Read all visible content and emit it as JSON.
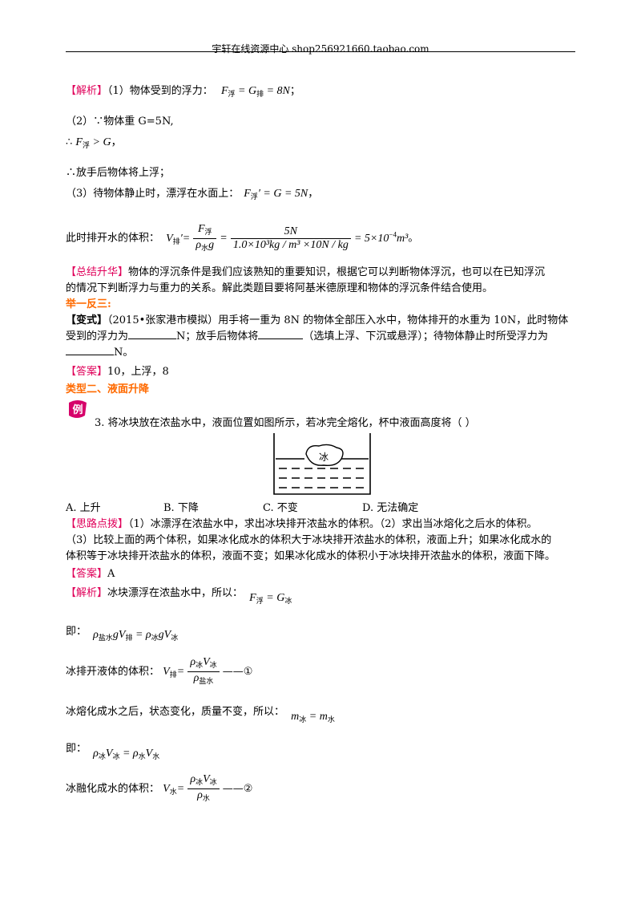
{
  "header": "宇轩在线资源中心   shop256921660.taobao.com",
  "analysis1": {
    "tag": "【解析】",
    "l1": "（1）物体受到的浮力：",
    "l1_eq_lhs": "F",
    "l1_eq_sub": "浮",
    "l1_eq_mid": "= G",
    "l1_eq_sub2": "排",
    "l1_eq_rhs": "= 8N",
    "l1_end": "；",
    "l2": "（2）∵物体重 G=5N,",
    "l3_pre": "∴",
    "l3_F": "F",
    "l3_sub": "浮",
    "l3_rest": "> G",
    "l3_end": "，",
    "l4": "∴放手后物体将上浮；",
    "l5": "（3）待物体静止时，漂浮在水面上：",
    "l5_F": "F",
    "l5_sub": "浮",
    "l5_rest": "′ = G = 5N",
    "l5_end": "，",
    "l6": "此时排开水的体积：",
    "l6_V": "V",
    "l6_Vsub": "排",
    "l6_prime": "′=",
    "l6_f1_num_F": "F",
    "l6_f1_num_sub": "浮",
    "l6_f1_den_rho": "ρ",
    "l6_f1_den_sub": "水",
    "l6_f1_den_g": "g",
    "l6_eq": "=",
    "l6_f2_num": "5N",
    "l6_f2_den": "1.0×10³kg / m³ ×10N / kg",
    "l6_result": "= 5×10",
    "l6_exp": "−4",
    "l6_unit": "m³",
    "l6_end": "。"
  },
  "summary": {
    "tag": "【总结升华】",
    "line1": "物体的浮沉条件是我们应该熟知的重要知识，根据它可以判断物体浮沉，也可以在已知浮沉",
    "line2": "的情况下判断浮力与重力的关系。解此类题目要将阿基米德原理和物体的浮沉条件结合使用。"
  },
  "juyi": "举一反三:",
  "variant": {
    "tag": "【变式】",
    "line1": "（2015•张家港市模拟）用手将一重为 8N 的物体全部压入水中，物体排开的水重为 10N，此时物体",
    "line2a": "受到的浮力为",
    "line2b": "N；放手后物体将",
    "line2c": "（选填上浮、下沉或悬浮）；待物体静止时所受浮力为",
    "line3b": "N。"
  },
  "answer1": {
    "tag": "【答案】",
    "text": "10，上浮，8"
  },
  "type2": "类型二、液面升降",
  "badge": "例",
  "q3": "3. 将冰块放在浓盐水中，液面位置如图所示，若冰完全熔化，杯中液面高度将（     ）",
  "fig_label": "冰",
  "options": [
    "A. 上升",
    "B. 下降",
    "C. 不变",
    "D. 无法确定"
  ],
  "hint": {
    "tag": "【思路点拨】",
    "line1": "（1）冰漂浮在浓盐水中，求出冰块排开浓盐水的体积。（2）求出当冰熔化之后水的体积。",
    "line2": "（3）比较上面的两个体积，如果冰化成水的体积大于冰块排开浓盐水的体积，液面上升；如果冰化成水的",
    "line3": "体积等于冰块排开浓盐水的体积，液面不变；如果冰化成水的体积小于冰块排开浓盐水的体积，液面下降。"
  },
  "answer2": {
    "tag": "【答案】",
    "text": "A"
  },
  "analysis2": {
    "tag": "【解析】",
    "l1": "冰块漂浮在浓盐水中，所以：",
    "l1_F": "F",
    "l1_Fsub": "浮",
    "l1_eq": "= G",
    "l1_Gsub": "冰",
    "l2": "即：",
    "l2_rho1": "ρ",
    "l2_rho1sub": "盐水",
    "l2_gV": "gV",
    "l2_Vsub": "排",
    "l2_eq": "= ρ",
    "l2_rho2sub": "冰",
    "l2_gV2": "gV",
    "l2_V2sub": "冰",
    "l3": "冰排开液体的体积：",
    "l3_V": "V",
    "l3_Vsub": "排",
    "l3_eq": "=",
    "l3_num_rho": "ρ",
    "l3_num_rhosub": "冰",
    "l3_num_V": "V",
    "l3_num_Vsub": "冰",
    "l3_den_rho": "ρ",
    "l3_den_sub": "盐水",
    "l3_mark": "——①",
    "l4": "冰熔化成水之后，状态变化，质量不变，所以：",
    "l4_m1": "m",
    "l4_m1sub": "冰",
    "l4_eq": "= m",
    "l4_m2sub": "水",
    "l5": "即：",
    "l5_rho1": "ρ",
    "l5_rho1sub": "冰",
    "l5_V1": "V",
    "l5_V1sub": "冰",
    "l5_eq": "= ρ",
    "l5_rho2sub": "水",
    "l5_V2": "V",
    "l5_V2sub": "水",
    "l6": "冰融化成水的体积：",
    "l6_V": "V",
    "l6_Vsub": "水",
    "l6_eq": "=",
    "l6_num_rho": "ρ",
    "l6_num_rhosub": "冰",
    "l6_num_V": "V",
    "l6_num_Vsub": "冰",
    "l6_den_rho": "ρ",
    "l6_den_sub": "水",
    "l6_mark": "——②"
  }
}
